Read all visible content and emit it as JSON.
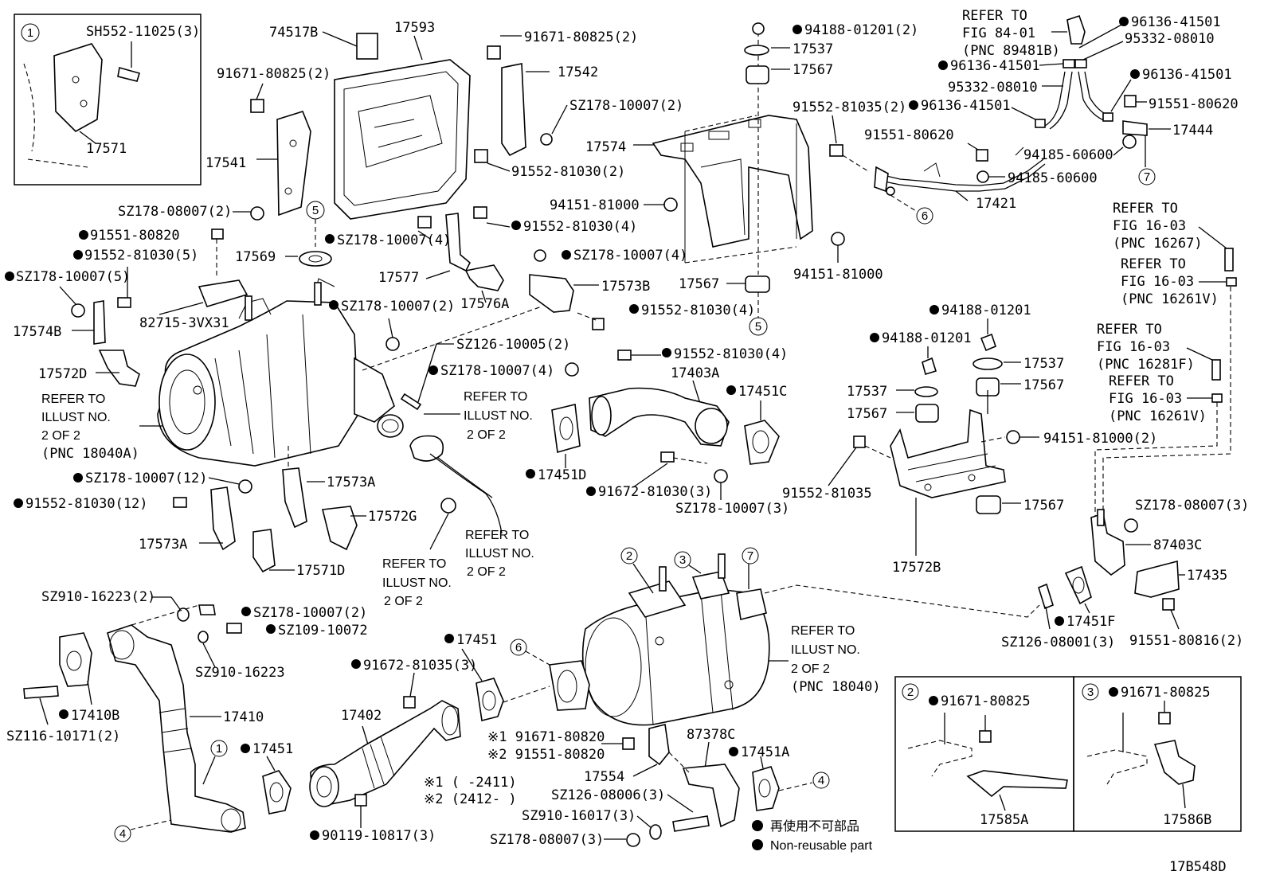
{
  "diagram_code": "17B548D",
  "legend": {
    "jp": "再使用不可部品",
    "en": "Non-reusable part"
  },
  "notes": {
    "n1": "※1 (      -2411)",
    "n2": "※2 (2412-      )"
  },
  "inset_1": {
    "num": "1",
    "bolt": "SH552-11025(3)",
    "part": "17571"
  },
  "inset_2": {
    "num": "2",
    "bolt": "91671-80825",
    "part": "17585A"
  },
  "inset_3": {
    "num": "3",
    "bolt": "91671-80825",
    "part": "17586B"
  },
  "refer": {
    "r84_1": "REFER TO",
    "r84_2": "FIG 84-01",
    "r84_3": "(PNC 89481B)",
    "r16267_1": "REFER TO",
    "r16267_2": "FIG 16-03",
    "r16267_3": "(PNC 16267)",
    "r16261a_1": "REFER TO",
    "r16261a_2": "FIG 16-03",
    "r16261a_3": "(PNC 16261V)",
    "r16281_1": "REFER TO",
    "r16281_2": "FIG 16-03",
    "r16281_3": "(PNC 16281F)",
    "r16261b_1": "REFER TO",
    "r16261b_2": "FIG 16-03",
    "r16261b_3": "(PNC 16261V)",
    "ill_a1": "REFER TO",
    "ill_a2": "ILLUST NO.",
    "ill_a3": "2 OF 2",
    "ill_a4": "(PNC 18040A)",
    "ill_b1": "REFER TO",
    "ill_b2": "ILLUST NO.",
    "ill_b3": "2 OF 2",
    "ill_c1": "REFER TO",
    "ill_c2": "ILLUST NO.",
    "ill_c3": "2 OF 2",
    "ill_d1": "REFER TO",
    "ill_d2": "ILLUST NO.",
    "ill_d3": "2 OF 2",
    "ill_e1": "REFER TO",
    "ill_e2": "ILLUST NO.",
    "ill_e3": "2 OF 2",
    "ill_e4": "(PNC 18040)"
  },
  "labels": {
    "p74517B": "74517B",
    "p17593": "17593",
    "p91671_80825_2a": "91671-80825(2)",
    "p91671_80825_2b": "91671-80825(2)",
    "p17542": "17542",
    "pSZ178_10007_2a": "SZ178-10007(2)",
    "p17541": "17541",
    "p91552_81030_2": "91552-81030(2)",
    "pSZ178_08007_2": "SZ178-08007(2)",
    "p91552_81030_4a": "91552-81030(4)",
    "p91551_80820": "91551-80820",
    "pSZ178_10007_4a": "SZ178-10007(4)",
    "p91552_81030_5": "91552-81030(5)",
    "p17569": "17569",
    "pSZ178_10007_4b": "SZ178-10007(4)",
    "pSZ178_10007_5": "SZ178-10007(5)",
    "p17577": "17577",
    "p17573B": "17573B",
    "p82715": "82715-3VX31",
    "p17576A": "17576A",
    "pSZ178_10007_2b": "SZ178-10007(2)",
    "p91552_81030_4b": "91552-81030(4)",
    "p17574B": "17574B",
    "pSZ126_10005_2": "SZ126-10005(2)",
    "p17572D": "17572D",
    "pSZ178_10007_4c": "SZ178-10007(4)",
    "p91552_81030_4c": "91552-81030(4)",
    "p17403A": "17403A",
    "p17451C": "17451C",
    "pSZ178_10007_12": "SZ178-10007(12)",
    "p17573A_1": "17573A",
    "p91552_81030_12": "91552-81030(12)",
    "p17572G": "17572G",
    "p17573A_2": "17573A",
    "p17571D": "17571D",
    "p17451D": "17451D",
    "p91672_81030_3": "91672-81030(3)",
    "pSZ178_10007_3": "SZ178-10007(3)",
    "p94188_01201_2": "94188-01201(2)",
    "p17537a": "17537",
    "p17567a": "17567",
    "p91552_81035_2": "91552-81035(2)",
    "p17574": "17574",
    "p94151_81000a": "94151-81000",
    "p94151_81000b": "94151-81000",
    "p17567b": "17567",
    "p96136_41501a": "96136-41501",
    "p95332_08010a": "95332-08010",
    "p96136_41501b": "96136-41501",
    "p95332_08010b": "95332-08010",
    "p96136_41501c": "96136-41501",
    "p96136_41501d": "96136-41501",
    "p91551_80620a": "91551-80620",
    "p91551_80620b": "91551-80620",
    "p17444": "17444",
    "p94185_60600a": "94185-60600",
    "p94185_60600b": "94185-60600",
    "p17421": "17421",
    "p94188_01201a": "94188-01201",
    "p94188_01201b": "94188-01201",
    "p17537b": "17537",
    "p17537c": "17537",
    "p17567c": "17567",
    "p17567d": "17567",
    "p94151_81000_2": "94151-81000(2)",
    "p91552_81035": "91552-81035",
    "p17567e": "17567",
    "p17572B": "17572B",
    "pSZ178_08007_3a": "SZ178-08007(3)",
    "p87403C": "87403C",
    "p17435": "17435",
    "p17451F": "17451F",
    "pSZ126_08001_3": "SZ126-08001(3)",
    "p91551_80816_2": "91551-80816(2)",
    "pSZ910_16223_2": "SZ910-16223(2)",
    "pSZ178_10007_2c": "SZ178-10007(2)",
    "pSZ109_10072": "SZ109-10072",
    "pSZ910_16223": "SZ910-16223",
    "p17410B": "17410B",
    "p17410": "17410",
    "pSZ116_10171_2": "SZ116-10171(2)",
    "p17451a": "17451",
    "p17451b": "17451",
    "p91672_81035_3": "91672-81035(3)",
    "p17402": "17402",
    "p91671_80820": "※1 91671-80820",
    "p91551_80820b": "※2 91551-80820",
    "p87378C": "87378C",
    "p17554": "17554",
    "p17451A": "17451A",
    "pSZ126_08006_3": "SZ126-08006(3)",
    "pSZ910_16017_3": "SZ910-16017(3)",
    "pSZ178_08007_3b": "SZ178-08007(3)",
    "p90119_10817_3": "90119-10817(3)"
  },
  "callouts": {
    "c5a": "5",
    "c5b": "5",
    "c6a": "6",
    "c6b": "6",
    "c7a": "7",
    "c7b": "7",
    "c2": "2",
    "c3": "3",
    "c1": "1",
    "c4a": "4",
    "c4b": "4"
  }
}
